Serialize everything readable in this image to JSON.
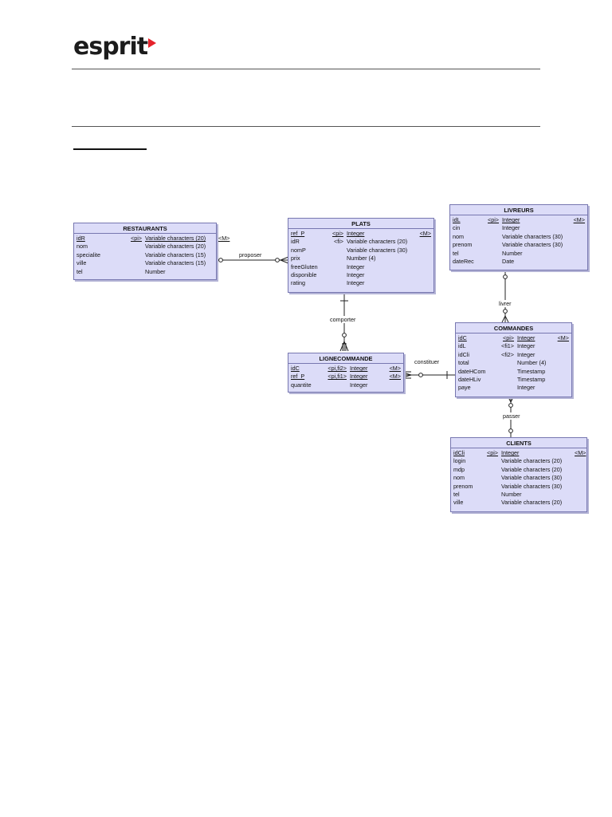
{
  "header": {
    "logo_text": "esprit"
  },
  "relationships": [
    {
      "key": "proposer",
      "label": "proposer"
    },
    {
      "key": "comporter",
      "label": "comporter"
    },
    {
      "key": "constituer",
      "label": "constituer"
    },
    {
      "key": "livrer",
      "label": "livrer"
    },
    {
      "key": "passer",
      "label": "passer"
    }
  ],
  "entities": {
    "restaurants": {
      "name": "RESTAURANTS",
      "attributes": [
        {
          "name": "idR",
          "key": "<pi>",
          "type": "Variable characters (20)",
          "m": "<M>",
          "id": true
        },
        {
          "name": "nom",
          "key": "",
          "type": "Variable characters (20)",
          "m": "",
          "id": false
        },
        {
          "name": "specialite",
          "key": "",
          "type": "Variable characters (15)",
          "m": "",
          "id": false
        },
        {
          "name": "ville",
          "key": "",
          "type": "Variable characters (15)",
          "m": "",
          "id": false
        },
        {
          "name": "tel",
          "key": "",
          "type": "Number",
          "m": "",
          "id": false
        }
      ]
    },
    "plats": {
      "name": "PLATS",
      "attributes": [
        {
          "name": "ref_P",
          "key": "<pi>",
          "type": "Integer",
          "m": "<M>",
          "id": true
        },
        {
          "name": "idR",
          "key": "<fi>",
          "type": "Variable characters (20)",
          "m": "",
          "id": false
        },
        {
          "name": "nomP",
          "key": "",
          "type": "Variable characters (30)",
          "m": "",
          "id": false
        },
        {
          "name": "prix",
          "key": "",
          "type": "Number (4)",
          "m": "",
          "id": false
        },
        {
          "name": "freeGluten",
          "key": "",
          "type": "Integer",
          "m": "",
          "id": false
        },
        {
          "name": "disponible",
          "key": "",
          "type": "Integer",
          "m": "",
          "id": false
        },
        {
          "name": "rating",
          "key": "",
          "type": "Integer",
          "m": "",
          "id": false
        }
      ]
    },
    "livreurs": {
      "name": "LIVREURS",
      "attributes": [
        {
          "name": "idL",
          "key": "<pi>",
          "type": "Integer",
          "m": "<M>",
          "id": true
        },
        {
          "name": "cin",
          "key": "",
          "type": "Integer",
          "m": "",
          "id": false
        },
        {
          "name": "nom",
          "key": "",
          "type": "Variable characters (30)",
          "m": "",
          "id": false
        },
        {
          "name": "prenom",
          "key": "",
          "type": "Variable characters (30)",
          "m": "",
          "id": false
        },
        {
          "name": "tel",
          "key": "",
          "type": "Number",
          "m": "",
          "id": false
        },
        {
          "name": "dateRec",
          "key": "",
          "type": "Date",
          "m": "",
          "id": false
        }
      ]
    },
    "lignecommande": {
      "name": "LIGNECOMMANDE",
      "attributes": [
        {
          "name": "idC",
          "key": "<pi,fi2>",
          "type": "Integer",
          "m": "<M>",
          "id": true
        },
        {
          "name": "ref_P",
          "key": "<pi,fi1>",
          "type": "Integer",
          "m": "<M>",
          "id": true
        },
        {
          "name": "quantite",
          "key": "",
          "type": "Integer",
          "m": "",
          "id": false
        }
      ]
    },
    "commandes": {
      "name": "COMMANDES",
      "attributes": [
        {
          "name": "idC",
          "key": "<pi>",
          "type": "Integer",
          "m": "<M>",
          "id": true
        },
        {
          "name": "idL",
          "key": "<fi1>",
          "type": "Integer",
          "m": "",
          "id": false
        },
        {
          "name": "idCli",
          "key": "<fi2>",
          "type": "Integer",
          "m": "",
          "id": false
        },
        {
          "name": "total",
          "key": "",
          "type": "Number (4)",
          "m": "",
          "id": false
        },
        {
          "name": "dateHCom",
          "key": "",
          "type": "Timestamp",
          "m": "",
          "id": false
        },
        {
          "name": "dateHLiv",
          "key": "",
          "type": "Timestamp",
          "m": "",
          "id": false
        },
        {
          "name": "paye",
          "key": "",
          "type": "Integer",
          "m": "",
          "id": false
        }
      ]
    },
    "clients": {
      "name": "CLIENTS",
      "attributes": [
        {
          "name": "idCli",
          "key": "<pi>",
          "type": "Integer",
          "m": "<M>",
          "id": true
        },
        {
          "name": "login",
          "key": "",
          "type": "Variable characters (20)",
          "m": "",
          "id": false
        },
        {
          "name": "mdp",
          "key": "",
          "type": "Variable characters (20)",
          "m": "",
          "id": false
        },
        {
          "name": "nom",
          "key": "",
          "type": "Variable characters (30)",
          "m": "",
          "id": false
        },
        {
          "name": "prenom",
          "key": "",
          "type": "Variable characters (30)",
          "m": "",
          "id": false
        },
        {
          "name": "tel",
          "key": "",
          "type": "Number",
          "m": "",
          "id": false
        },
        {
          "name": "ville",
          "key": "",
          "type": "Variable characters (20)",
          "m": "",
          "id": false
        }
      ]
    }
  }
}
